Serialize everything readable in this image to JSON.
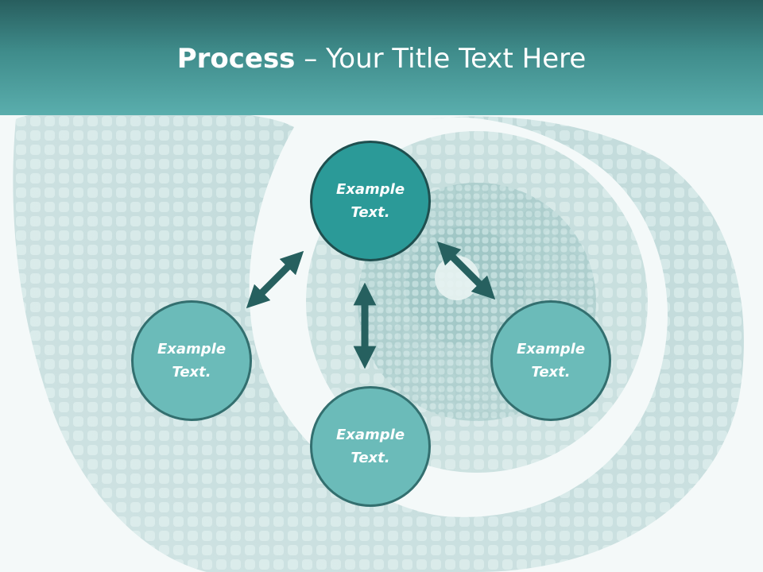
{
  "title": {
    "bold": "Process",
    "rest": " – Your Title Text Here"
  },
  "circles": {
    "top": "Example Text.",
    "left": "Example Text.",
    "right": "Example Text.",
    "bottom": "Example Text."
  },
  "colors": {
    "header_dark": "#285e5e",
    "header_light": "#5aaead",
    "main_circle": "#2b9a98",
    "sub_circle": "#6bbbb9",
    "arrow": "#26605f"
  },
  "icons": {
    "arrow": "double-headed-arrow"
  }
}
